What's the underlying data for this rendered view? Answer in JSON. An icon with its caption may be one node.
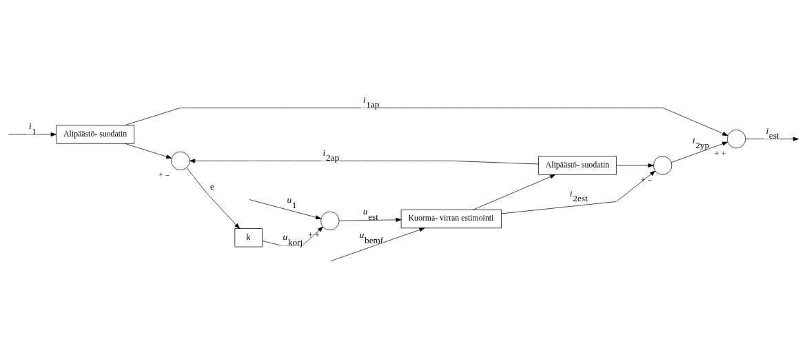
{
  "diagram": {
    "nodes": [
      {
        "text": [
          "Alipäästö- suodatin"
        ]
      },
      {
        "text": [],
        "shape": "circle",
        "beside": [
          "+",
          "+"
        ]
      },
      {
        "text": [],
        "shape": "circle",
        "beside": [
          "+",
          "−"
        ]
      },
      {
        "text": [
          "k"
        ]
      },
      {
        "text": [],
        "shape": "circle",
        "beside": [
          "+",
          "+"
        ]
      },
      {
        "text": [
          "Kuorma- virran estimointi"
        ]
      },
      {
        "text": [
          "Alipäästö- suodatin"
        ]
      },
      {
        "text": [],
        "shape": "circle",
        "beside": [
          "+",
          "−"
        ]
      }
    ],
    "edges": [
      {
        "from": null,
        "to": 0,
        "arrow": "to",
        "label": "i$_{1}$"
      },
      {
        "from": 0,
        "to": 1,
        "arrow": "to",
        "label": "i$_{1ap}$"
      },
      {
        "from": 0,
        "to": 2,
        "arrow": "to"
      },
      {
        "from": 1,
        "to": null,
        "arrow": "to",
        "label": "i$_{est}$"
      },
      {
        "from": 2,
        "to": 3,
        "arrow": "to",
        "label": "e"
      },
      {
        "from": 3,
        "to": 4,
        "arrow": "to",
        "label": "u$_{korj}$"
      },
      {
        "from": null,
        "to": 4,
        "arrow": "to",
        "label": "u$_{1}$"
      },
      {
        "from": 4,
        "to": 5,
        "arrow": "to",
        "label": "u$_{est}$"
      },
      {
        "from": null,
        "to": 5,
        "arrow": "to",
        "label": "u$_{bemf}$"
      },
      {
        "from": 5,
        "to": 6,
        "arrow": "to"
      },
      {
        "from": 5,
        "to": 7,
        "arrow": "to",
        "label": "i$_{2est}$"
      },
      {
        "from": 6,
        "to": 2,
        "arrow": "to",
        "label": "i$_{2ap}$"
      },
      {
        "from": 6,
        "to": 7,
        "arrow": "to"
      },
      {
        "from": 7,
        "to": 1,
        "arrow": "to",
        "label": "i$_{2yp}$"
      }
    ]
  }
}
